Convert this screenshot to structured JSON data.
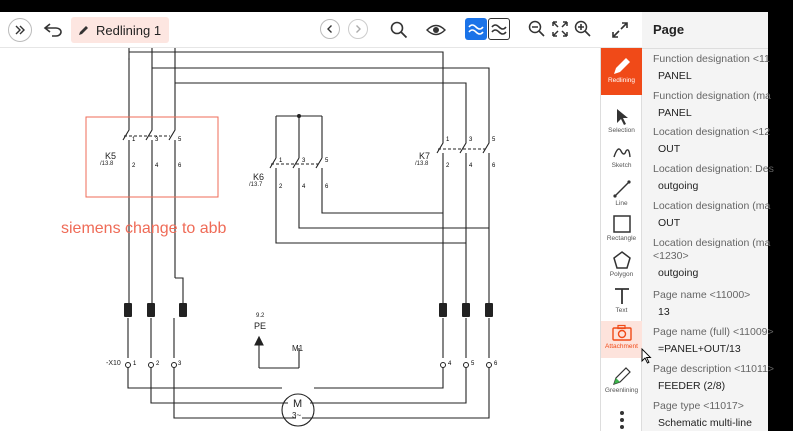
{
  "toolbar": {
    "tab_label": "Redlining 1"
  },
  "drawing": {
    "note_text": "siemens change to abb",
    "contactors": [
      {
        "name": "K5",
        "ref": "/13.8"
      },
      {
        "name": "K6",
        "ref": "/13.7"
      },
      {
        "name": "K7",
        "ref": "/13.8"
      }
    ],
    "pe_ref": "9.2",
    "pe_label": "PE",
    "motor_tag": "M1",
    "motor_m": "M",
    "motor_phase": "3~",
    "terminal_tag": "-X10",
    "terminals": [
      "1",
      "2",
      "3",
      "4",
      "5",
      "6"
    ],
    "pins": [
      "1",
      "3",
      "5",
      "2",
      "4",
      "6"
    ]
  },
  "tools": [
    {
      "label": "Redlining"
    },
    {
      "label": "Selection"
    },
    {
      "label": "Sketch"
    },
    {
      "label": "Line"
    },
    {
      "label": "Rectangle"
    },
    {
      "label": "Polygon"
    },
    {
      "label": "Text"
    },
    {
      "label": "Attachment"
    },
    {
      "label": "Greenlining"
    }
  ],
  "panel": {
    "title": "Page",
    "properties": [
      {
        "key": "Function designation <11",
        "value": "PANEL"
      },
      {
        "key": "Function designation (ma",
        "value": "PANEL"
      },
      {
        "key": "Location designation <12",
        "value": "OUT"
      },
      {
        "key": "Location designation: Des",
        "value": "outgoing"
      },
      {
        "key": "Location designation (ma",
        "value": "OUT"
      },
      {
        "key": "Location designation (ma",
        "key2": "<1230>",
        "value": "outgoing"
      },
      {
        "key": "Page name <11000>",
        "value": "13"
      },
      {
        "key": "Page name (full) <11009>",
        "value": "=PANEL+OUT/13"
      },
      {
        "key": "Page description <11011>",
        "value": "FEEDER (2/8)"
      },
      {
        "key": "Page type <11017>",
        "value": "Schematic multi-line"
      }
    ]
  },
  "colors": {
    "accent": "#f04a18",
    "toggle": "#1a73e8",
    "annotation": "#ef6b57"
  }
}
